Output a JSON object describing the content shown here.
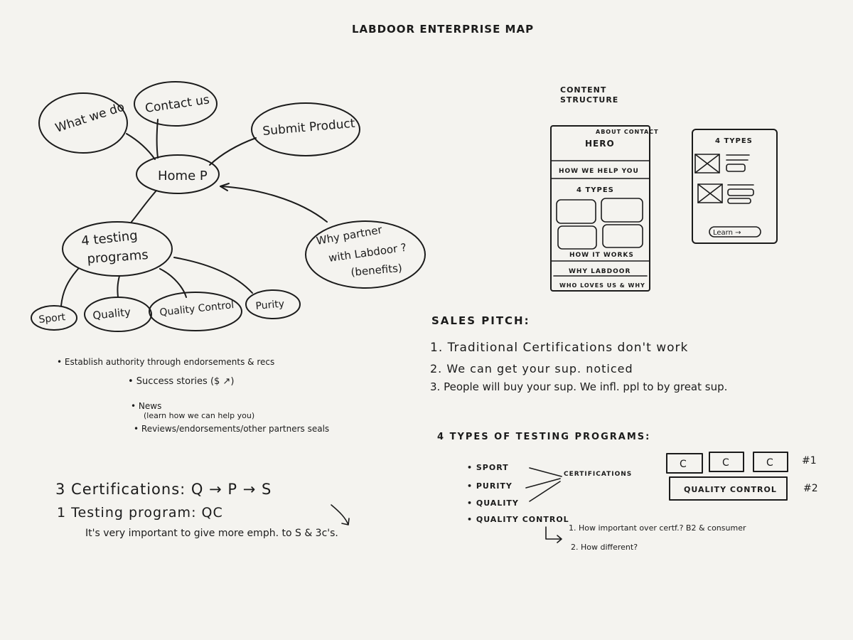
{
  "title": "LABDOOR ENTERPRISE MAP",
  "mindmap": {
    "home": "Home P",
    "what_we_do": "What we do",
    "contact_us": "Contact us",
    "submit_product": "Submit Product",
    "testing_programs_line1": "4 testing",
    "testing_programs_line2": "programs",
    "why_partner_line1": "Why partner",
    "why_partner_line2": "with Labdoor ?",
    "why_partner_line3": "(benefits)",
    "sport": "Sport",
    "quality": "Quality",
    "quality_control": "Quality Control",
    "purity": "Purity"
  },
  "content_structure": {
    "heading_line1": "CONTENT",
    "heading_line2": "STRUCTURE",
    "nav": "ABOUT CONTACT",
    "hero": "HERO",
    "how_we_help": "HOW WE HELP YOU",
    "four_types": "4 TYPES",
    "how_it_works": "HOW IT WORKS",
    "why_labdoor": "WHY LABDOOR",
    "who_loves": "WHO LOVES US & WHY",
    "detail_title": "4 TYPES",
    "learn_button": "Learn →"
  },
  "notes": {
    "authority": "• Establish authority through endorsements & recs",
    "success": "• Success stories ($ ↗)",
    "news": "• News",
    "news_sub": "(learn how we can help you)",
    "reviews": "• Reviews/endorsements/other partners seals",
    "certifications": "3 Certifications: Q → P → S",
    "testing_program": "1 Testing program: QC",
    "emphasis": "It's very important to give more emph. to S & 3c's."
  },
  "sales": {
    "heading": "SALES PITCH:",
    "point1": "1. Traditional Certifications don't work",
    "point2": "2. We can get your sup. noticed",
    "point3": "3. People will buy your sup. We infl. ppl to by great sup."
  },
  "types": {
    "heading": "4 TYPES OF TESTING PROGRAMS:",
    "sport": "• SPORT",
    "purity": "• PURITY",
    "quality": "• QUALITY",
    "quality_control": "• QUALITY CONTROL",
    "certifications": "CERTIFICATIONS",
    "c_label": "C",
    "qc_label": "QUALITY CONTROL",
    "rank1": "#1",
    "rank2": "#2",
    "question1": "1. How important over certf.? B2 & consumer",
    "question2": "2. How different?"
  }
}
